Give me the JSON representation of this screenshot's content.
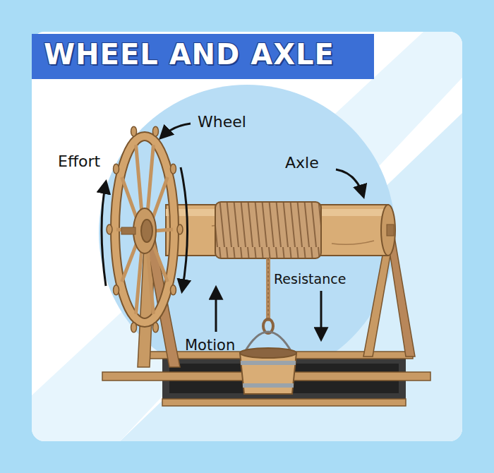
{
  "diagram": {
    "title": "WHEEL AND AXLE",
    "labels": [
      "Wheel",
      "Effort",
      "Axle",
      "Resistance",
      "Motion"
    ]
  }
}
